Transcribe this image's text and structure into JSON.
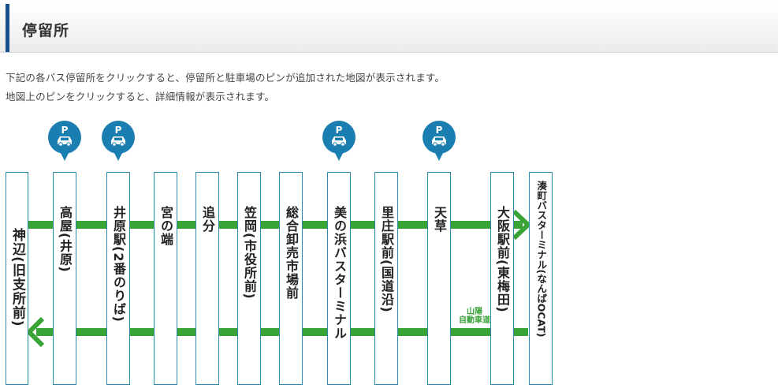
{
  "section": {
    "title": "停留所"
  },
  "description": {
    "line1": "下記の各バス停留所をクリックすると、停留所と駐車場のピンが追加された地図が表示されます。",
    "line2": "地図上のピンをクリックすると、詳細情報が表示されます。"
  },
  "parking": {
    "label": "P",
    "icon": "car-icon"
  },
  "route": {
    "stops": [
      {
        "label": "神辺(旧支所前)",
        "parking": false
      },
      {
        "label": "高屋(井原)",
        "parking": true
      },
      {
        "label": "井原駅(2番のりば)",
        "parking": true
      },
      {
        "label": "宮の端",
        "parking": false
      },
      {
        "label": "追分",
        "parking": false
      },
      {
        "label": "笠岡(市役所前)",
        "parking": false
      },
      {
        "label": "総合卸売市場前",
        "parking": false
      },
      {
        "label": "美の浜バスターミナル",
        "parking": true
      },
      {
        "label": "里庄駅前(国道沿)",
        "parking": false
      },
      {
        "label": "天草",
        "parking": true
      },
      {
        "label": "大阪駅前(東梅田)",
        "parking": false
      },
      {
        "label": "湊町バスターミナル(なんばOCAT)",
        "parking": false
      }
    ],
    "expressway_line1": "山陽",
    "expressway_line2": "自動車道",
    "line_color": "#39a338",
    "pin_color": "#1a7fb0"
  }
}
